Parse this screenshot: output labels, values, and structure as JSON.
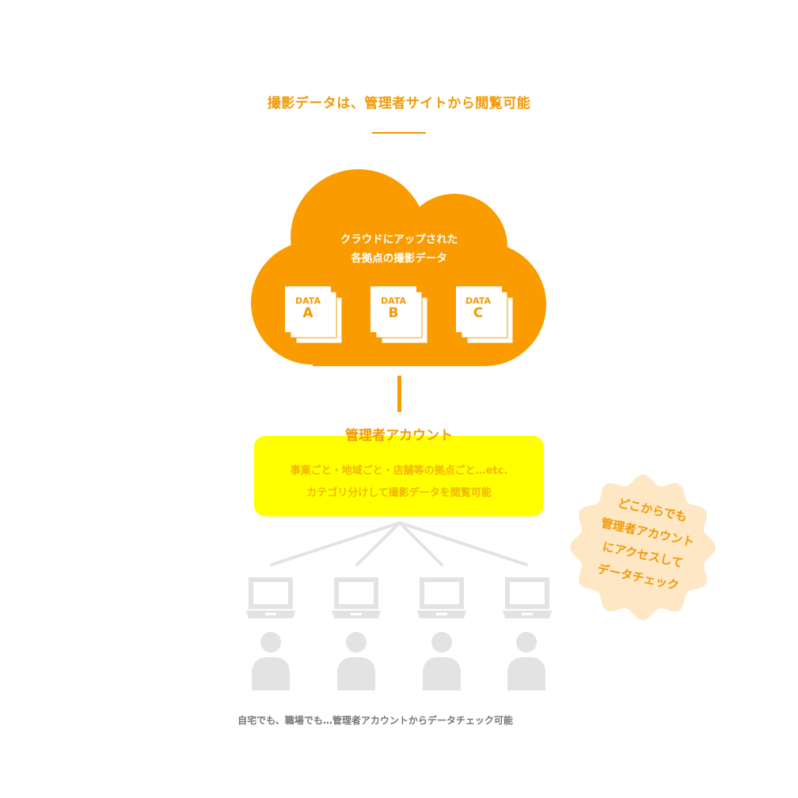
{
  "title": "撮影データは、管理者サイトから閲覧可能",
  "cloud": {
    "line1": "クラウドにアップされた",
    "line2": "各拠点の撮影データ",
    "cards": [
      {
        "small": "DATA",
        "big": "A"
      },
      {
        "small": "DATA",
        "big": "B"
      },
      {
        "small": "DATA",
        "big": "C"
      }
    ]
  },
  "admin": {
    "title": "管理者アカウント",
    "line1": "事業ごと・地域ごと・店舗等の拠点ごと…etc.",
    "line2": "カテゴリ分けして撮影データを閲覧可能"
  },
  "badge": {
    "lines": [
      "どこからでも",
      "管理者アカウント",
      "にアクセスして",
      "データチェック"
    ]
  },
  "footer": "自宅でも、職場でも…管理者アカウントからデータチェック可能",
  "colors": {
    "accent": "#f29a05",
    "cloud": "#fa9b00",
    "highlight": "#ffff00",
    "badge": "#fde7c5",
    "gray": "#e3e3e3"
  },
  "icons": [
    "cloud-icon",
    "document-stack-icon",
    "laptop-icon",
    "person-icon",
    "starburst-badge-icon"
  ]
}
